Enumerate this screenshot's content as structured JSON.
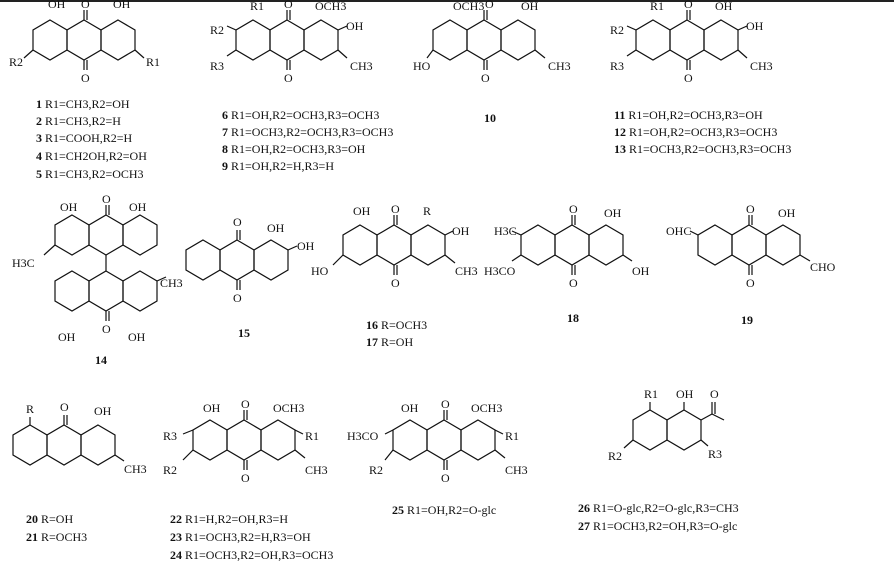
{
  "compounds": {
    "c1_5": {
      "sub": {
        "top_l": "OH",
        "top_o": "O",
        "top_r": "OH",
        "left": "R2",
        "right": "R1",
        "bot_o": "O"
      },
      "labels": [
        "R1=CH3,R2=OH",
        "R1=CH3,R2=H",
        "R1=COOH,R2=H",
        "R1=CH2OH,R2=OH",
        "R1=CH3,R2=OCH3"
      ],
      "nums": [
        "1",
        "2",
        "3",
        "4",
        "5"
      ]
    },
    "c6_9": {
      "sub": {
        "r1": "R1",
        "o": "O",
        "och3": "OCH3",
        "oh": "OH",
        "r2": "R2",
        "r3": "R3",
        "ch3": "CH3",
        "bot_o": "O"
      },
      "labels": [
        "R1=OH,R2=OCH3,R3=OCH3",
        "R1=OCH3,R2=OCH3,R3=OCH3",
        "R1=OH,R2=OCH3,R3=OH",
        "R1=OH,R2=H,R3=H"
      ],
      "nums": [
        "6",
        "7",
        "8",
        "9"
      ]
    },
    "c10": {
      "sub": {
        "och3": "OCH3",
        "o": "O",
        "oh": "OH",
        "ho": "HO",
        "ch3": "CH3",
        "bot_o": "O"
      },
      "num": "10"
    },
    "c11_13": {
      "sub": {
        "r1": "R1",
        "o": "O",
        "oh_top": "OH",
        "oh": "OH",
        "r2": "R2",
        "r3": "R3",
        "ch3": "CH3",
        "bot_o": "O"
      },
      "labels": [
        "R1=OH,R2=OCH3,R3=OH",
        "R1=OH,R2=OCH3,R3=OCH3",
        "R1=OCH3,R2=OCH3,R3=OCH3"
      ],
      "nums": [
        "11",
        "12",
        "13"
      ]
    },
    "c14": {
      "sub": {
        "oh1": "OH",
        "o1": "O",
        "oh2": "OH",
        "h3c": "H3C",
        "ch3": "CH3",
        "oh3": "OH",
        "o2": "O",
        "oh4": "OH"
      },
      "num": "14"
    },
    "c15": {
      "sub": {
        "o1": "O",
        "oh1": "OH",
        "oh2": "OH",
        "o2": "O"
      },
      "num": "15"
    },
    "c16_17": {
      "sub": {
        "oh": "OH",
        "o": "O",
        "r": "R",
        "oh2": "OH",
        "ho": "HO",
        "ch3": "CH3",
        "bot_o": "O"
      },
      "labels": [
        "R=OCH3",
        "R=OH"
      ],
      "nums": [
        "16",
        "17"
      ]
    },
    "c18": {
      "sub": {
        "h3c": "H3C",
        "o": "O",
        "oh": "OH",
        "h3co": "H3CO",
        "oh2": "OH",
        "bot_o": "O"
      },
      "num": "18"
    },
    "c19": {
      "sub": {
        "ohc": "OHC",
        "o": "O",
        "oh": "OH",
        "cho": "CHO",
        "bot_o": "O"
      },
      "num": "19"
    },
    "c20_21": {
      "sub": {
        "r": "R",
        "o": "O",
        "oh": "OH",
        "ch3": "CH3"
      },
      "labels": [
        "R=OH",
        "R=OCH3"
      ],
      "nums": [
        "20",
        "21"
      ]
    },
    "c22_24": {
      "sub": {
        "oh": "OH",
        "o": "O",
        "och3": "OCH3",
        "r3": "R3",
        "r1": "R1",
        "r2": "R2",
        "ch3": "CH3",
        "bot_o": "O"
      },
      "labels": [
        "R1=H,R2=OH,R3=H",
        "R1=OCH3,R2=H,R3=OH",
        "R1=OCH3,R2=OH,R3=OCH3"
      ],
      "nums": [
        "22",
        "23",
        "24"
      ]
    },
    "c25": {
      "sub": {
        "h3co": "H3CO",
        "oh": "OH",
        "o": "O",
        "och3": "OCH3",
        "r1": "R1",
        "r2": "R2",
        "ch3": "CH3",
        "bot_o": "O"
      },
      "label": "R1=OH,R2=O-glc",
      "num": "25"
    },
    "c26_27": {
      "sub": {
        "r1": "R1",
        "oh": "OH",
        "o": "O",
        "r2": "R2",
        "r3": "R3"
      },
      "labels": [
        "R1=O-glc,R2=O-glc,R3=CH3",
        "R1=OCH3,R2=OH,R3=O-glc"
      ],
      "nums": [
        "26",
        "27"
      ]
    }
  }
}
